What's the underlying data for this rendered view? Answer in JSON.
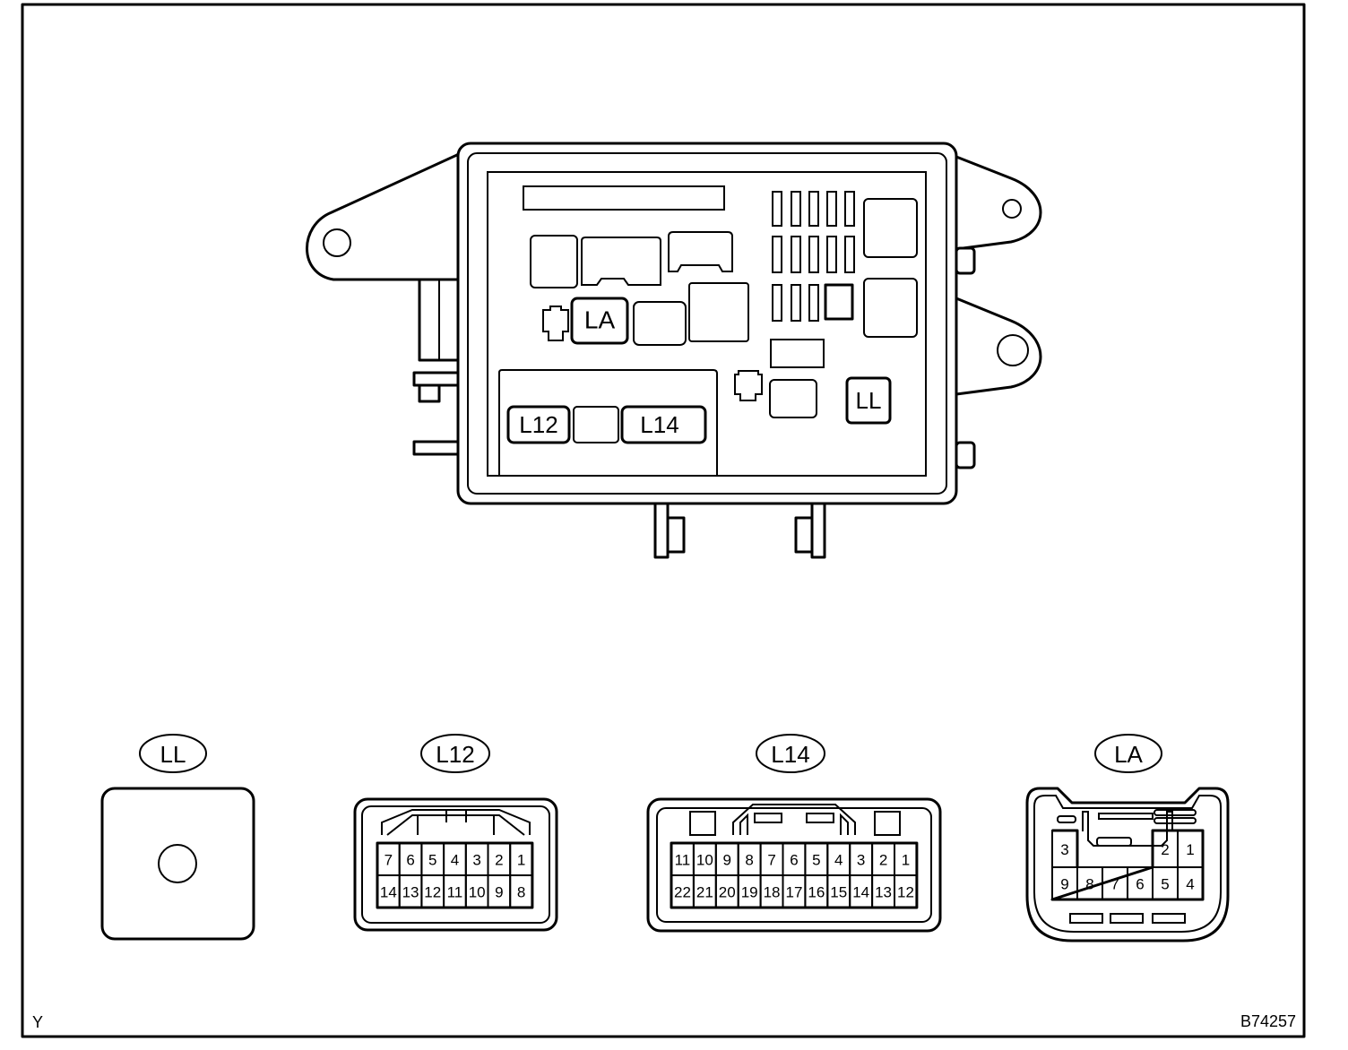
{
  "box": {
    "labels": {
      "la": "LA",
      "l12": "L12",
      "l14": "L14",
      "ll": "LL"
    }
  },
  "connectors": {
    "ll": {
      "label": "LL"
    },
    "l12": {
      "label": "L12",
      "row1": [
        "7",
        "6",
        "5",
        "4",
        "3",
        "2",
        "1"
      ],
      "row2": [
        "14",
        "13",
        "12",
        "11",
        "10",
        "9",
        "8"
      ]
    },
    "l14": {
      "label": "L14",
      "row1": [
        "11",
        "10",
        "9",
        "8",
        "7",
        "6",
        "5",
        "4",
        "3",
        "2",
        "1"
      ],
      "row2": [
        "22",
        "21",
        "20",
        "19",
        "18",
        "17",
        "16",
        "15",
        "14",
        "13",
        "12"
      ]
    },
    "la": {
      "label": "LA",
      "top_left": [
        "3"
      ],
      "top_right": [
        "2",
        "1"
      ],
      "row2": [
        "9",
        "8",
        "7",
        "6",
        "5",
        "4"
      ]
    }
  },
  "corner": {
    "left": "Y",
    "right": "B74257"
  }
}
